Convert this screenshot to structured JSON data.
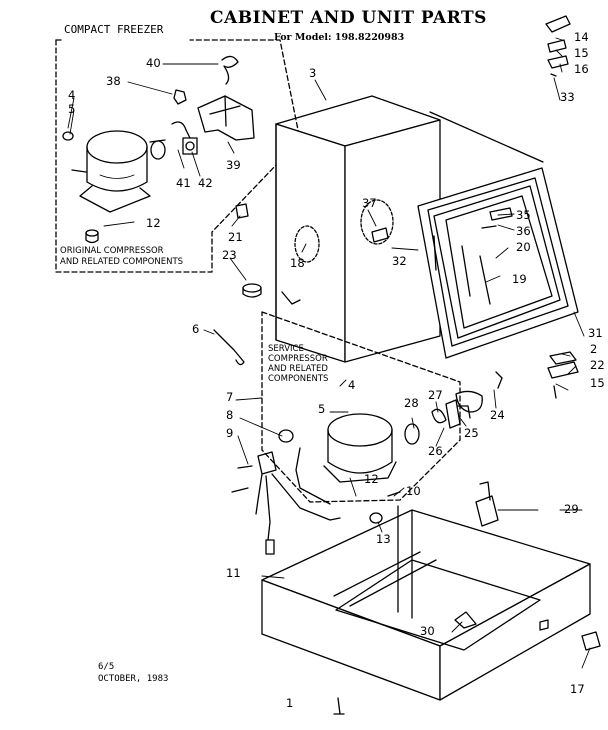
{
  "header": {
    "title": "CABINET AND UNIT PARTS",
    "model_line": "For Model: 198.8220983"
  },
  "compact_box": {
    "label": "COMPACT FREEZER",
    "note_line1": "ORIGINAL COMPRESSOR",
    "note_line2": "AND RELATED COMPONENTS"
  },
  "service_box": {
    "line1": "SERVICE",
    "line2": "COMPRESSOR",
    "line3": "AND RELATED",
    "line4": "COMPONENTS"
  },
  "callouts": {
    "c1": "1",
    "c2": "2",
    "c3": "3",
    "c4a": "4",
    "c4b": "4",
    "c5a": "5",
    "c5b": "5",
    "c6": "6",
    "c7": "7",
    "c8": "8",
    "c9": "9",
    "c10": "10",
    "c11": "11",
    "c12a": "12",
    "c12b": "12",
    "c13": "13",
    "c14": "14",
    "c15a": "15",
    "c15b": "15",
    "c16": "16",
    "c17": "17",
    "c18": "18",
    "c19": "19",
    "c20": "20",
    "c21": "21",
    "c22": "22",
    "c23": "23",
    "c24": "24",
    "c25": "25",
    "c26": "26",
    "c27": "27",
    "c28": "28",
    "c29": "29",
    "c30": "30",
    "c31": "31",
    "c32": "32",
    "c33": "33",
    "c35": "35",
    "c36": "36",
    "c37": "37",
    "c38": "38",
    "c39": "39",
    "c40": "40",
    "c41": "41",
    "c42": "42"
  },
  "footer": {
    "code": "6/5",
    "date": "OCTOBER, 1983"
  }
}
